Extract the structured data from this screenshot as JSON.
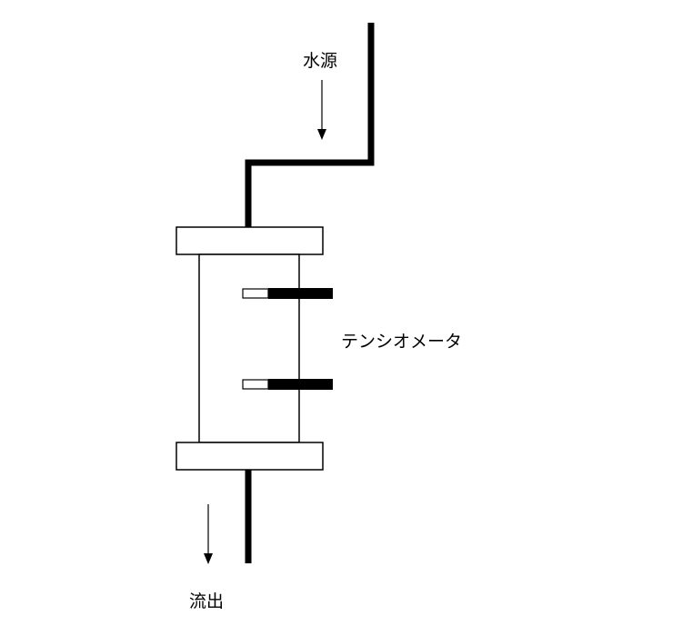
{
  "labels": {
    "water_source": "水源",
    "tensiometer": "テンシオメータ",
    "outflow": "流出"
  },
  "colors": {
    "line": "#000000",
    "background": "#ffffff"
  }
}
